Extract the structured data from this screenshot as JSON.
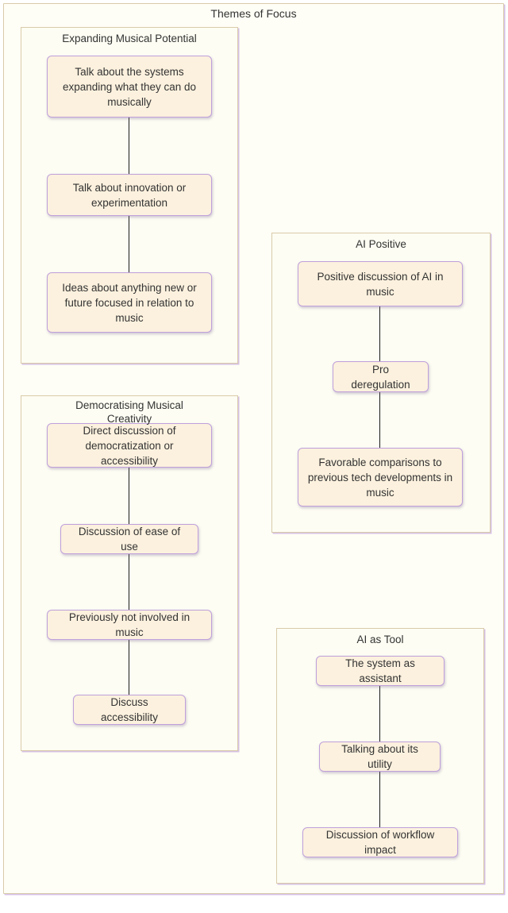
{
  "diagram": {
    "title": "Themes of Focus",
    "colors": {
      "node_fill": "#fcf1de",
      "node_border": "#bfa0db",
      "cluster_fill": "#fdfdf3",
      "cluster_border": "#d9cbaa",
      "cluster_shadow": "#ba98db",
      "connector": "#1b1b1b",
      "text": "#333333"
    },
    "clusters": [
      {
        "title": "Expanding Musical Potential",
        "nodes": [
          "Talk about the systems expanding what they can do musically",
          "Talk about innovation or experimentation",
          "Ideas about anything new or future focused in relation to music"
        ]
      },
      {
        "title": "AI Positive",
        "nodes": [
          "Positive discussion of AI in music",
          "Pro deregulation",
          "Favorable comparisons to previous tech developments in music"
        ]
      },
      {
        "title": "Democratising Musical Creativity",
        "nodes": [
          "Direct discussion of democratization or accessibility",
          "Discussion of ease of use",
          "Previously not involved in music",
          "Discuss accessibility"
        ]
      },
      {
        "title": "AI as Tool",
        "nodes": [
          "The system as assistant",
          "Talking about its utility",
          "Discussion of workflow impact"
        ]
      }
    ]
  }
}
